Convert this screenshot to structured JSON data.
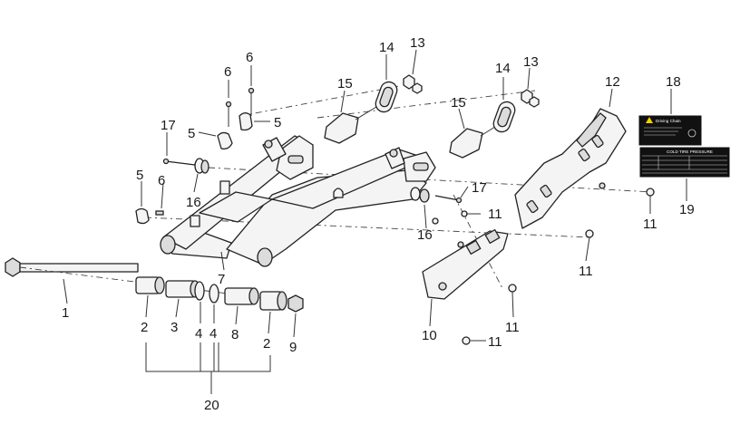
{
  "callouts": {
    "n1": "1",
    "n2a": "2",
    "n2b": "2",
    "n3": "3",
    "n4a": "4",
    "n4b": "4",
    "n5a": "5",
    "n5b": "5",
    "n5c": "5",
    "n6a": "6",
    "n6b": "6",
    "n6c": "6",
    "n7": "7",
    "n8": "8",
    "n9": "9",
    "n10": "10",
    "n11a": "11",
    "n11b": "11",
    "n11c": "11",
    "n11d": "11",
    "n11e": "11",
    "n12": "12",
    "n13a": "13",
    "n13b": "13",
    "n14a": "14",
    "n14b": "14",
    "n15a": "15",
    "n15b": "15",
    "n16a": "16",
    "n16b": "16",
    "n17a": "17",
    "n17b": "17",
    "n18": "18",
    "n19": "19",
    "n20": "20"
  },
  "labels": {
    "warning_title": "Driving Chain",
    "tire_title": "COLD TIRE PRESSURE"
  }
}
